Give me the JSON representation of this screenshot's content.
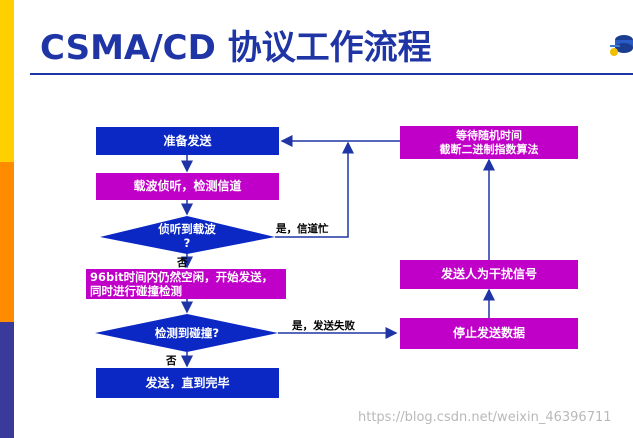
{
  "title": "CSMA/CD 协议工作流程",
  "colors": {
    "title_blue": "#1f35a5",
    "box_blue": "#0b28c4",
    "box_pink": "#c000c8",
    "side_yellow": "#ffd000",
    "side_orange": "#ff8c00",
    "side_purple": "#3a3a9a"
  },
  "flow": {
    "prepare_send": "准备发送",
    "carrier_sense": "载波侦听，检测信道",
    "decision_carrier_line1": "侦听到载波",
    "decision_carrier_line2": "?",
    "label_busy": "是，信道忙",
    "label_no_1": "否",
    "send_96bit_line1": "96bit时间内仍然空闲，开始发送，",
    "send_96bit_line2": "同时进行碰撞检测",
    "decision_collision": "检测到碰撞?",
    "label_fail": "是，发送失败",
    "label_no_2": "否",
    "send_until_done": "发送，直到完毕",
    "wait_random_line1": "等待随机时间",
    "wait_random_line2": "截断二进制指数算法",
    "send_jam": "发送人为干扰信号",
    "stop_send": "停止发送数据"
  },
  "watermark": "https://blog.csdn.net/weixin_46396711",
  "logo_icon": "network-devices-icon"
}
